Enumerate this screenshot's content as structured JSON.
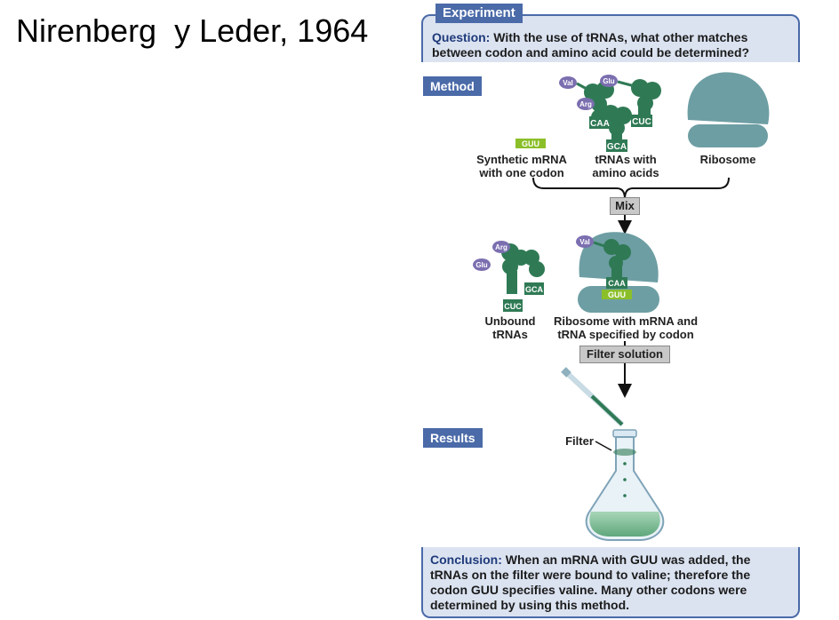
{
  "slide": {
    "title": "Nirenberg  y Leder, 1964"
  },
  "experiment": {
    "header": "Experiment",
    "question_label": "Question:",
    "question_line1": "With the use of tRNAs, what other matches",
    "question_line2": "between codon and amino acid could be determined?",
    "method_label": "Method",
    "results_label": "Results",
    "conclusion_label": "Conclusion:",
    "conclusion_line1": "When an mRNA with GUU was added, the",
    "conclusion_line2": "tRNAs on the filter were bound to valine; therefore the",
    "conclusion_line3": "codon GUU specifies valine. Many other codons were",
    "conclusion_line4": "determined by using this method."
  },
  "method": {
    "mrna_codon": "GUU",
    "synthetic_mrna_label": "Synthetic mRNA\nwith one codon",
    "trnas_label": "tRNAs with\namino acids",
    "ribosome_label": "Ribosome",
    "mix_label": "Mix",
    "unbound_label": "Unbound\ntRNAs",
    "bound_label": "Ribosome with mRNA and\ntRNA specified by codon",
    "filter_solution_label": "Filter solution",
    "filter_label": "Filter",
    "amino_acids": {
      "val": "Val",
      "glu": "Glu",
      "arg": "Arg"
    },
    "anticodons": {
      "caa": "CAA",
      "cuc": "CUC",
      "gca": "GCA"
    }
  },
  "colors": {
    "accent_blue": "#4a6aa8",
    "panel_bg": "#dbe3f1",
    "trna_green": "#2f7a55",
    "ribosome_teal": "#6d9ea3",
    "codon_green": "#8bbf2a",
    "amino_purple": "#7b6fb0"
  }
}
